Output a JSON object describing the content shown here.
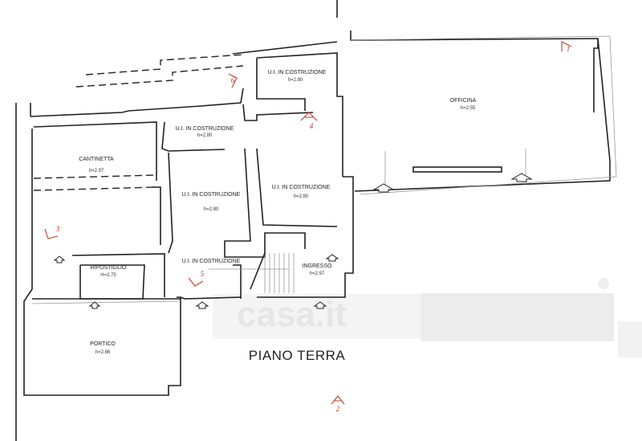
{
  "title": "PIANO TERRA",
  "watermark": "casa.it",
  "rooms": [
    {
      "name": "U.I. IN COSTRUZIONE",
      "height": "h=2.80"
    },
    {
      "name": "OFFICINA",
      "height": "h=2.55"
    },
    {
      "name": "U.I. IN COSTRUZIONE",
      "height": "h=2.80"
    },
    {
      "name": "CANTINETTA",
      "height": "h=2.97"
    },
    {
      "name": "U.I. IN COSTRUZIONE",
      "height": "h=2.80"
    },
    {
      "name": "U.I. IN COSTRUZIONE",
      "height": "h=2.80"
    },
    {
      "name": "RIPOSTIGLIO",
      "height": "H=2.75"
    },
    {
      "name": "U.I. IN COSTRUZIONE"
    },
    {
      "name": "INGRESSO",
      "height": "h=2.97"
    },
    {
      "name": "PORTICO",
      "height": "h=2.86"
    }
  ],
  "photo_markers": [
    "1",
    "2",
    "3",
    "4",
    "5",
    "6"
  ]
}
